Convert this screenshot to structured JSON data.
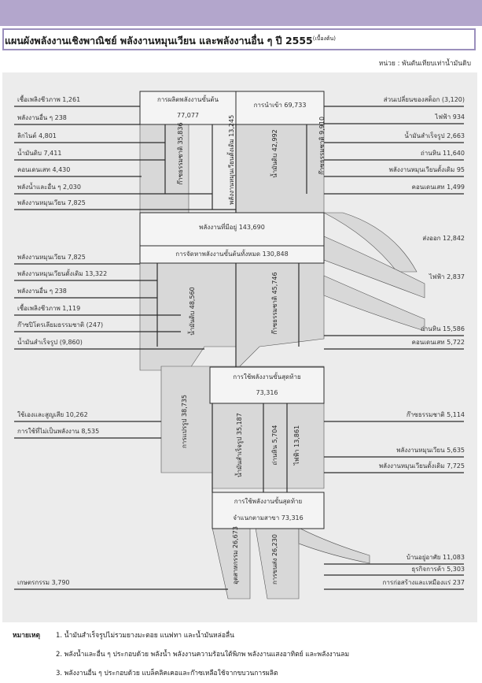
{
  "title": "แผนผังพลังงานเชิงพาณิชย์ พลังงานหมุนเวียน และพลังงานอื่น ๆ ปี 2555",
  "title_sup": "(เบื้องต้น)",
  "unit": "หน่วย  :  พันตันเทียบเท่าน้ำมันดิบ",
  "boxes": {
    "primary_prod": {
      "label": "การผลิตพลังงานขั้นต้น",
      "value": "77,077"
    },
    "import": {
      "label": "การนำเข้า",
      "value": "69,733"
    },
    "available": {
      "label": "พลังงานที่มีอยู่",
      "value": "143,690"
    },
    "primary_supply": {
      "label": "การจัดหาพลังงานขั้นต้นทั้งหมด",
      "value": "130,848"
    },
    "final_use": {
      "label": "การใช้พลังงานขั้นสุดท้าย",
      "value": "73,316"
    },
    "final_sector": {
      "label": "การใช้พลังงานขั้นสุดท้าย",
      "value": "จำแนกตามสาขา 73,316"
    }
  },
  "vertical_labels": {
    "prod_ng": "ก๊าซธรรมชาติ 35,836",
    "prod_re": "พลังงานหมุนเวียนดั้งเดิม 13,245",
    "imp_oil": "น้ำมันดิบ 42,992",
    "imp_ng": "ก๊าซธรรมชาติ 9,910",
    "sup_oil": "น้ำมันดิบ 48,560",
    "sup_ng": "ก๊าซธรรมชาติ 45,746",
    "fin_ind_trans": "การแปรรูป 38,735",
    "fin_petro": "น้ำมันสำเร็จรูป 35,187",
    "fin_elec": "ไฟฟ้า 13,861",
    "fin_coal": "ถ่านหิน 5,704",
    "sec_ind": "อุตสาหกรรม 26,673",
    "sec_trans": "การขนส่ง 26,230"
  },
  "left_labels": [
    "เชื้อเพลิงชีวภาพ  1,261",
    "พลังงานอื่น ๆ  238",
    "ลิกไนต์  4,801",
    "น้ำมันดิบ  7,411",
    "คอนเดนเสท  4,430",
    "พลังน้ำและอื่น ๆ 2,030",
    "พลังงานหมุนเวียน  7,825",
    "พลังงานหมุนเวียน  7,825",
    "พลังงานหมุนเวียนดั้งเดิม  13,322",
    "พลังงานอื่น ๆ  238",
    "เชื้อเพลิงชีวภาพ  1,119",
    "ก๊าซปิโตรเลียมธรรมชาติ  (247)",
    "น้ำมันสำเร็จรูป  (9,860)",
    "ใช้เองและสูญเสีย  10,262",
    "การใช้ที่ไม่เป็นพลังงาน  8,535",
    "เกษตรกรรม  3,790"
  ],
  "right_labels": [
    "ส่วนเปลี่ยนของสต็อก  (3,120)",
    "ไฟฟ้า  934",
    "น้ำมันสำเร็จรูป  2,663",
    "ถ่านหิน  11,640",
    "พลังงานหมุนเวียนดั้งเดิม  95",
    "คอนเดนเสท  1,499",
    "ส่งออก  12,842",
    "ไฟฟ้า  2,837",
    "ถ่านหิน  15,586",
    "คอนเดนเสท  5,722",
    "ก๊าซธรรมชาติ  5,114",
    "พลังงานหมุนเวียน  5,635",
    "พลังงานหมุนเวียนดั้งเดิม  7,725",
    "บ้านอยู่อาศัย  11,083",
    "ธุรกิจการค้า  5,303",
    "การก่อสร้างและเหมืองแร่  237"
  ],
  "notes": {
    "heading": "หมายเหตุ",
    "items": [
      "1.  น้ำมันสำเร็จรูปไม่รวมยางมะตอย แนฟทา และน้ำมันหล่อลื่น",
      "2.  พลังน้ำและอื่น ๆ ประกอบด้วย พลังน้ำ พลังงานความร้อนใต้พิภพ พลังงานแสงอาทิตย์ และพลังงานลม",
      "3.  พลังงานอื่น ๆ ประกอบด้วย แบล็คลิคเคอและก๊าซเหลือใช้จากขบวนการผลิต"
    ]
  },
  "colors": {
    "band": "#b3a6cc",
    "panel": "#ececec",
    "box": "#f4f4f4",
    "line": "#2b2b2b",
    "flow": "#d9d9d9"
  }
}
